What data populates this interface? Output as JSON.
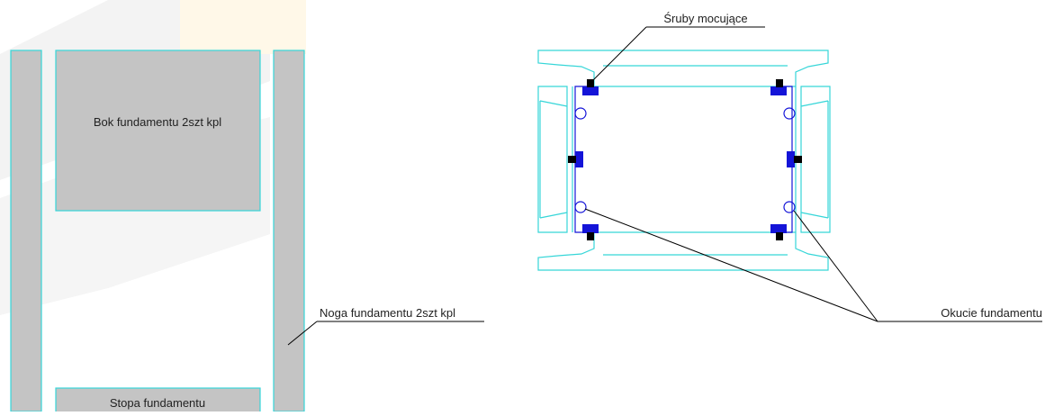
{
  "labels": {
    "bok": "Bok fundamentu 2szt kpl",
    "noga": "Noga fundamentu 2szt kpl",
    "stopa": "Stopa fundamentu",
    "sruby": "Śruby mocujące",
    "okucie": "Okucie fundamentu"
  },
  "colors": {
    "part_fill": "#c4c4c4",
    "part_outline": "#36d6d8",
    "fitting": "#1414d8",
    "bolt": "#000000",
    "leader": "#000000",
    "watermark_grey": "#f2f2f2",
    "watermark_yellow": "#fff8e6"
  }
}
